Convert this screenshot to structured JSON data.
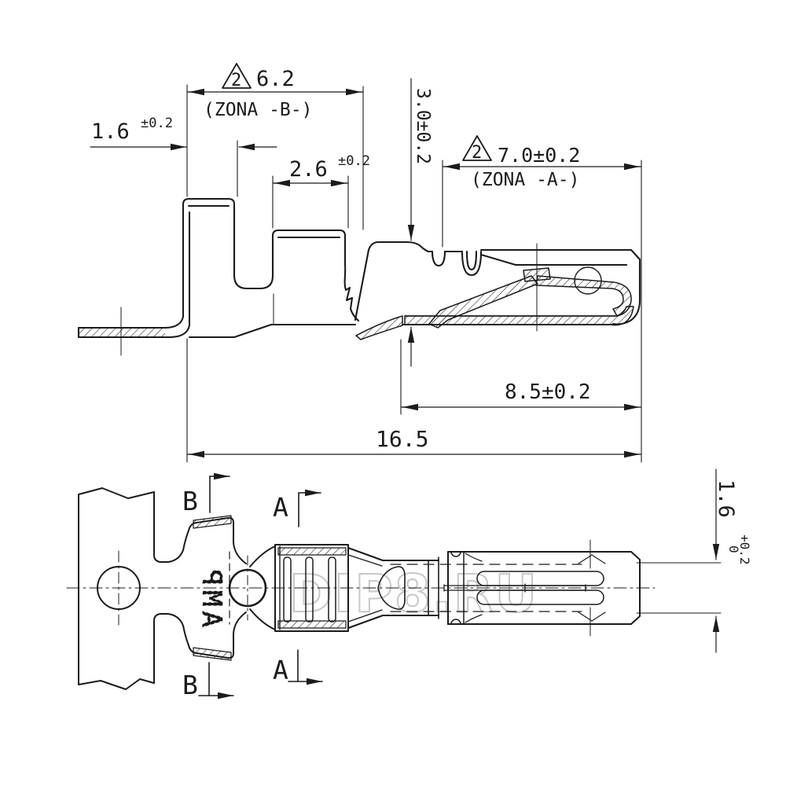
{
  "drawing": {
    "colors": {
      "line": "#1b1b1b",
      "watermark": "#c8c8c8",
      "background": "#ffffff"
    },
    "watermark": "DIP8.RU",
    "side_view": {
      "dim_tab": {
        "value": "1.6",
        "tol": "±0.2"
      },
      "zona_b": {
        "flag": "2",
        "value": "6.2",
        "label": "(ZONA -B-)"
      },
      "dim_wing": {
        "value": "2.6",
        "tol": "±0.2"
      },
      "dim_height": "3.0±0.2",
      "zona_a": {
        "flag": "2",
        "value": "7.0±0.2",
        "label": "(ZONA -A-)"
      },
      "dim_contact": "8.5±0.2",
      "dim_overall": "16.5"
    },
    "plan_view": {
      "stamp": "AMP",
      "sections": {
        "a": "A",
        "b": "B"
      },
      "dim_tip": {
        "value": "1.6",
        "tol_plus": "+0.2",
        "tol_minus": "0"
      }
    }
  }
}
